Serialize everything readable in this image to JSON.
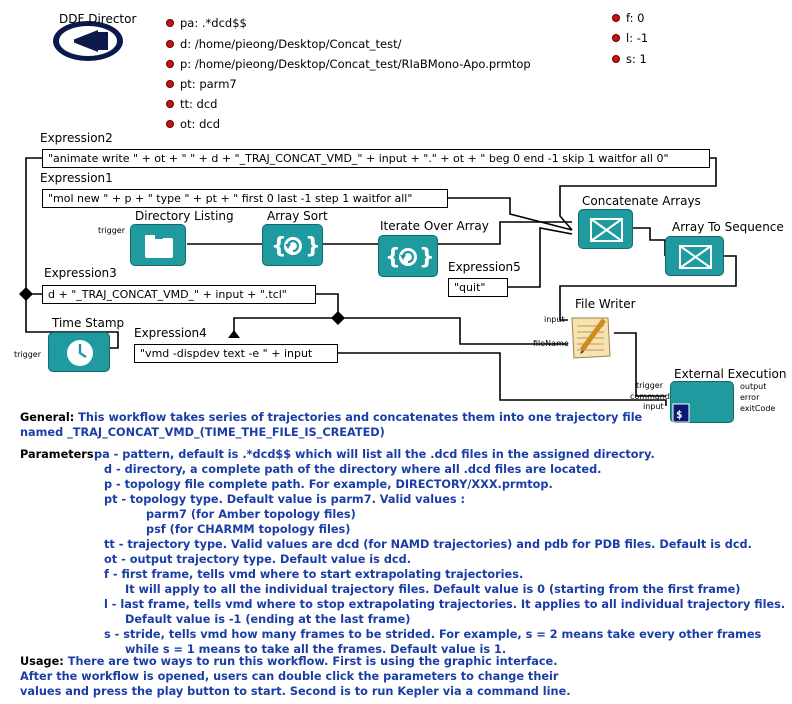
{
  "director": {
    "label": "DDF Director"
  },
  "params_left": [
    "pa: .*dcd$$",
    "d: /home/pieong/Desktop/Concat_test/",
    "p: /home/pieong/Desktop/Concat_test/RIaBMono-Apo.prmtop",
    "pt: parm7",
    "tt: dcd",
    "ot: dcd"
  ],
  "params_right": [
    "f: 0",
    "l: -1",
    "s: 1"
  ],
  "expressions": {
    "expr2": {
      "title": "Expression2",
      "text": "\"animate write \" + ot + \" \" + d + \"_TRAJ_CONCAT_VMD_\" + input + \".\" + ot + \" beg 0 end -1 skip 1 waitfor all 0\""
    },
    "expr1": {
      "title": "Expression1",
      "text": "\"mol new \" + p + \" type \" + pt + \" first 0 last -1 step 1 waitfor all\""
    },
    "expr3": {
      "title": "Expression3",
      "text": "d + \"_TRAJ_CONCAT_VMD_\" + input + \".tcl\""
    },
    "expr4": {
      "title": "Expression4",
      "text": "\"vmd -dispdev text -e \" + input"
    },
    "expr5": {
      "title": "Expression5",
      "text": "\"quit\""
    }
  },
  "actors": {
    "directory_listing": {
      "title": "Directory Listing",
      "port_trigger": "trigger"
    },
    "array_sort": {
      "title": "Array Sort"
    },
    "iterate_over_array": {
      "title": "Iterate Over Array"
    },
    "concatenate_arrays": {
      "title": "Concatenate Arrays"
    },
    "array_to_sequence": {
      "title": "Array To Sequence"
    },
    "time_stamp": {
      "title": "Time Stamp",
      "port_trigger": "trigger"
    },
    "file_writer": {
      "title": "File Writer",
      "port_input": "input",
      "port_filename": "fileName"
    },
    "external_execution": {
      "title": "External Execution",
      "port_trigger": "trigger",
      "port_command": "command",
      "port_input": "input",
      "port_output": "output",
      "port_error": "error",
      "port_exitcode": "exitCode"
    }
  },
  "description": {
    "general_key": "General:",
    "general_lines": [
      "This workflow takes series of trajectories and concatenates them into one trajectory file",
      "named _TRAJ_CONCAT_VMD_(TIME_THE_FILE_IS_CREATED)"
    ],
    "parameters_key": "Parameters:",
    "parameters_lines": [
      "pa - pattern, default  is .*dcd$$ which will list all the .dcd files in the assigned directory.",
      "d - directory, a complete path of the directory where all .dcd files are located.",
      "p - topology file complete path. For example, DIRECTORY/XXX.prmtop.",
      "pt - topology type. Default value is parm7. Valid values :",
      "parm7 (for Amber topology files)",
      "psf (for CHARMM topology files)",
      "tt - trajectory type. Valid values are dcd (for NAMD trajectories) and pdb for PDB files. Default  is dcd.",
      "ot - output trajectory type. Default value is dcd.",
      "f - first frame, tells vmd where to start extrapolating trajectories.",
      "It will apply to all the individual trajectory files. Default value is 0 (starting from the first frame)",
      "l - last frame, tells vmd where to stop extrapolating trajectories. It applies to all individual trajectory files.",
      "Default value is -1 (ending at the last frame)",
      "s - stride, tells vmd how many frames to be strided. For example, s = 2 means take every other frames",
      "while s = 1 means to take all the frames. Default value is 1."
    ],
    "usage_key": "Usage:",
    "usage_lines": [
      "There are two ways to run this workflow. First is using the graphic interface.",
      "After the workflow is opened, users can double click the parameters to change their",
      "values and press the play button to start. Second is to run Kepler via a command line."
    ]
  },
  "colors": {
    "actor": "#1f9a9e",
    "param_dot": "#cc1111",
    "description_text": "#1a3ea6"
  }
}
